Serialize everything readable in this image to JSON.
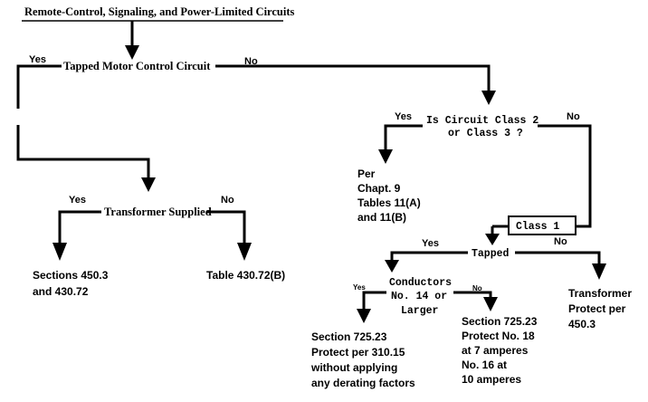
{
  "title": "Remote-Control, Signaling, and Power-Limited Circuits",
  "tapped_motor": {
    "question": "Tapped Motor Control Circuit",
    "yes": "Yes",
    "no": "No"
  },
  "transformer_supplied": {
    "question": "Transformer Supplied",
    "yes": "Yes",
    "no": "No",
    "yes_result": [
      "Sections 450.3",
      "and 430.72"
    ],
    "no_result": "Table 430.72(B)"
  },
  "circuit_class": {
    "question": [
      "Is Circuit Class 2",
      "or Class 3 ?"
    ],
    "yes": "Yes",
    "no": "No",
    "yes_result": [
      "Per",
      "Chapt. 9",
      "Tables 11(A)",
      "and 11(B)"
    ],
    "no_label": "Class 1"
  },
  "tapped": {
    "question": "Tapped",
    "yes": "Yes",
    "no": "No",
    "no_result": [
      "Transformer",
      "Protect per",
      "450.3"
    ]
  },
  "conductors": {
    "question": [
      "Conductors",
      "No. 14 or",
      "Larger"
    ],
    "yes": "Yes",
    "no": "No",
    "yes_result": [
      "Section 725.23",
      "Protect per 310.15",
      "without applying",
      "any derating factors"
    ],
    "no_result": [
      "Section 725.23",
      "Protect No. 18",
      "at 7 amperes",
      "No. 16 at",
      "10 amperes"
    ]
  }
}
